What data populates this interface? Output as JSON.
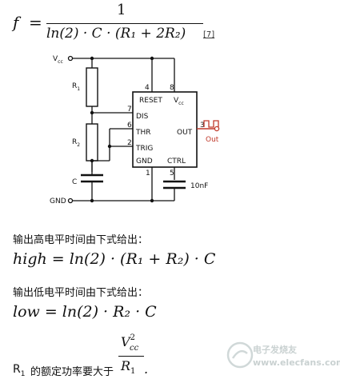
{
  "formula_f": {
    "lhs": "f",
    "eq": "=",
    "numerator": "1",
    "denominator": "ln(2) · C · (R₁ + 2R₂)",
    "ref": "[7]"
  },
  "circuit": {
    "vcc_label": "V",
    "vcc_sub": "cc",
    "gnd_label": "GND",
    "r1_label": "R",
    "r1_sub": "1",
    "r2_label": "R",
    "r2_sub": "2",
    "c_label": "C",
    "cap_ctrl_label": "10nF",
    "pin_reset": "RESET",
    "pin_vcc": "V",
    "pin_vcc_sub": "cc",
    "pin_dis": "DIS",
    "pin_thr": "THR",
    "pin_trig": "TRIG",
    "pin_out": "OUT",
    "pin_gnd": "GND",
    "pin_ctrl": "CTRL",
    "pin_num_4": "4",
    "pin_num_8": "8",
    "pin_num_7": "7",
    "pin_num_6": "6",
    "pin_num_2": "2",
    "pin_num_3": "3",
    "pin_num_1": "1",
    "pin_num_5": "5",
    "out_label": "Out",
    "accent_color": "#c0392b"
  },
  "text_high_intro": "输出高电平时间由下式给出：",
  "formula_high": "high = ln(2) · (R₁ + R₂) · C",
  "text_low_intro": "输出低电平时间由下式给出：",
  "formula_low": "low = ln(2) · R₂ · C",
  "power_note": {
    "r": "R",
    "r_sub": "1",
    "text": "的额定功率要大于",
    "num": "V",
    "num_sup": "2",
    "num_sub": "cc",
    "den": "R",
    "den_sub": "1",
    "period": "."
  },
  "watermark": "电子发烧友 www.elecfans.com"
}
